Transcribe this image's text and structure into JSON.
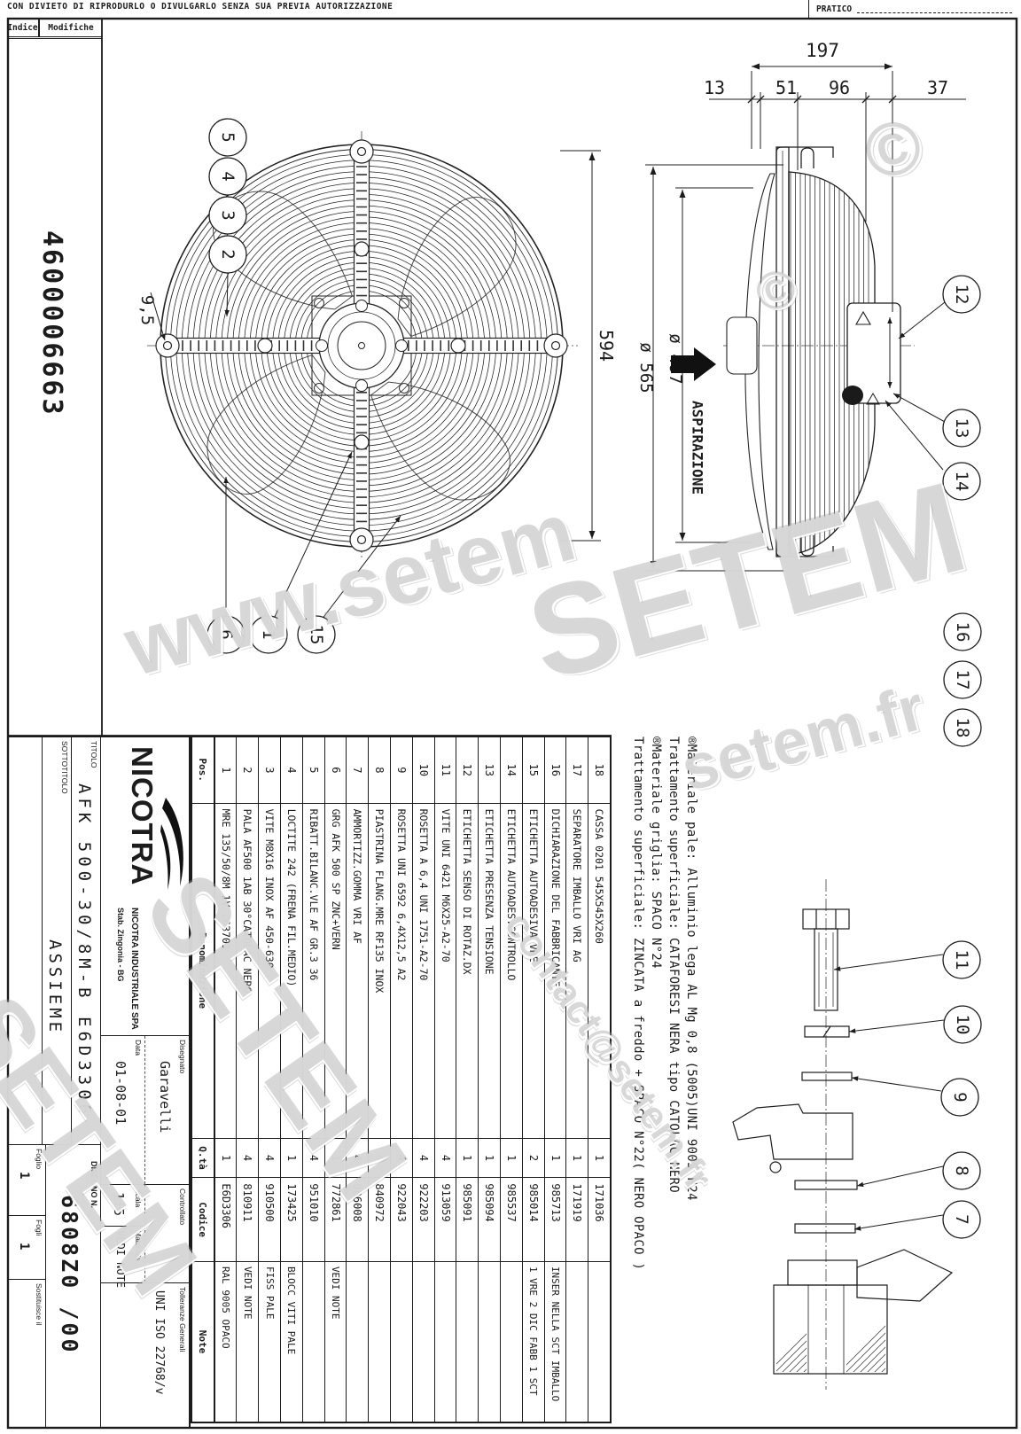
{
  "sheet": {
    "disclaimer": "CON DIVIETO DI RIPRODURLO O DIVULGARLO SENZA SUA PREVIA AUTORIZZAZIONE",
    "pratico_label": "PRATICO",
    "revision": {
      "col1": "Indice",
      "col2": "Modifiche",
      "reference_number": "4600006663"
    }
  },
  "drawing": {
    "dimensions": {
      "total_width": "197",
      "seg1": "13",
      "seg2": "51",
      "seg3": "96",
      "seg4": "37",
      "overall_height": "594",
      "guard_dia": "ø 565",
      "fan_dia": "ø 497",
      "detail": "9,5",
      "airflow": "ASPIRAZIONE"
    },
    "balloons": {
      "front_top": [
        "5",
        "4",
        "3",
        "2"
      ],
      "front_bottom": [
        "6",
        "1",
        "15"
      ],
      "side": [
        "12",
        "13",
        "14"
      ],
      "side_lower": [
        "16",
        "17",
        "18"
      ],
      "exploded": [
        "11",
        "10",
        "9",
        "8",
        "7"
      ]
    },
    "notes": [
      "®Materiale pale: Alluminio lega AL Mg 0,8 (5005)UNI 9005 H24",
      "Trattamento superficiale: CATAFORESI NERA tipo CATOLAC NERO",
      "®Materiale griglia: SPACO N°24",
      "Trattamento superficiale: ZINCATA a freddo + SPACO N°22( NERO OPACO )"
    ]
  },
  "bom": {
    "headers": {
      "pos": "Pos.",
      "denominazione": "Denominazione",
      "qta": "Q.tà",
      "codice": "Codice",
      "note": "Note"
    },
    "rows": [
      {
        "pos": "18",
        "den": "CASSA 0201 545X545X260",
        "qta": "1",
        "cod": "171036",
        "note": ""
      },
      {
        "pos": "17",
        "den": "SEPARATORE IMBALLO VRI AG",
        "qta": "1",
        "cod": "171919",
        "note": ""
      },
      {
        "pos": "16",
        "den": "DICHIARAZIONE DEL FABBRICANTE",
        "qta": "1",
        "cod": "985713",
        "note": "INSER NELLA SCT IMBALLO"
      },
      {
        "pos": "15",
        "den": "ETICHETTA AUTOADESIVA VRE",
        "qta": "2",
        "cod": "985014",
        "note": "1 VRE 2 DIC FABB 1 SCT"
      },
      {
        "pos": "14",
        "den": "ETICHETTA AUTOADES.CONTROLLO",
        "qta": "1",
        "cod": "985537",
        "note": ""
      },
      {
        "pos": "13",
        "den": "ETICHETTA PRESENZA TENSIONE",
        "qta": "1",
        "cod": "985094",
        "note": ""
      },
      {
        "pos": "12",
        "den": "ETICHETTA SENSO DI ROTAZ.DX",
        "qta": "1",
        "cod": "985091",
        "note": ""
      },
      {
        "pos": "11",
        "den": "VITE UNI 6421 M6X25-A2-70",
        "qta": "4",
        "cod": "913059",
        "note": ""
      },
      {
        "pos": "10",
        "den": "ROSETTA A 6,4 UNI 1751-A2-70",
        "qta": "4",
        "cod": "922203",
        "note": ""
      },
      {
        "pos": "9",
        "den": "ROSETTA UNI 6592 6,4X12,5 A2",
        "qta": "4",
        "cod": "922043",
        "note": ""
      },
      {
        "pos": "8",
        "den": "PIASTRINA FLANG.MRE RF135 INOX",
        "qta": "4",
        "cod": "840972",
        "note": ""
      },
      {
        "pos": "7",
        "den": "AMMORTIZZ.GOMMA VRI AF",
        "qta": "4",
        "cod": "986008",
        "note": ""
      },
      {
        "pos": "6",
        "den": "GRG AFK 500 SP ZNC+VERN",
        "qta": "1",
        "cod": "772861",
        "note": "VEDI NOTE"
      },
      {
        "pos": "5",
        "den": "RIBATT.BILANC.VLE AF GR.3 36",
        "qta": "4",
        "cod": "951010",
        "note": ""
      },
      {
        "pos": "4",
        "den": "LOCTITE 242 (FRENA FIL.MEDIO)",
        "qta": "1",
        "cod": "173425",
        "note": "BLOCC VITI PALE"
      },
      {
        "pos": "3",
        "den": "VITE M8X16 INOX AF 450-630",
        "qta": "4",
        "cod": "910500",
        "note": "FISS PALE"
      },
      {
        "pos": "2",
        "den": "PALA AF500 1AB 30°CATOLAC NERO",
        "qta": "4",
        "cod": "810911",
        "note": "VEDI NOTE"
      },
      {
        "pos": "1",
        "den": "MRE 135/50/8M 1V Z63701",
        "qta": "1",
        "cod": "E6D3306",
        "note": "RAL 9005 OPACO"
      }
    ]
  },
  "title_block": {
    "company": "NICOTRA",
    "company_line1": "NICOTRA INDUSTRIALE SPA",
    "company_line2": "Stab. Zingonia - BG",
    "labels": {
      "disegnato": "Disegnato",
      "data": "Data",
      "controllato": "Controllato",
      "scala": "Scala",
      "materiale": "Materiale",
      "tolleranze": "Tolleranze Generali",
      "titolo": "TITOLO",
      "sottotitolo": "SOTTOTITOLO",
      "disegno_n": "DISEGNO N.",
      "foglio": "Foglio",
      "fogli": "Fogli",
      "sostituisce": "Sostituisce il"
    },
    "values": {
      "disegnato": "Garavelli",
      "data": "01-08-01",
      "scala": "1:5",
      "materiale": "VEDI NOTE",
      "tolleranze": "UNI ISO 22768/v",
      "titolo": "AFK 500-30/8M-B  E6D3306",
      "sottotitolo": "ASSIEME",
      "disegno_n": "6808Z0 /00",
      "foglio": "1",
      "fogli": "1"
    }
  },
  "watermark": {
    "url": "www.setem",
    "brand": "SETEM",
    "domain": "setem.fr",
    "contact": "contact@setem.fr",
    "copyright": "©"
  }
}
